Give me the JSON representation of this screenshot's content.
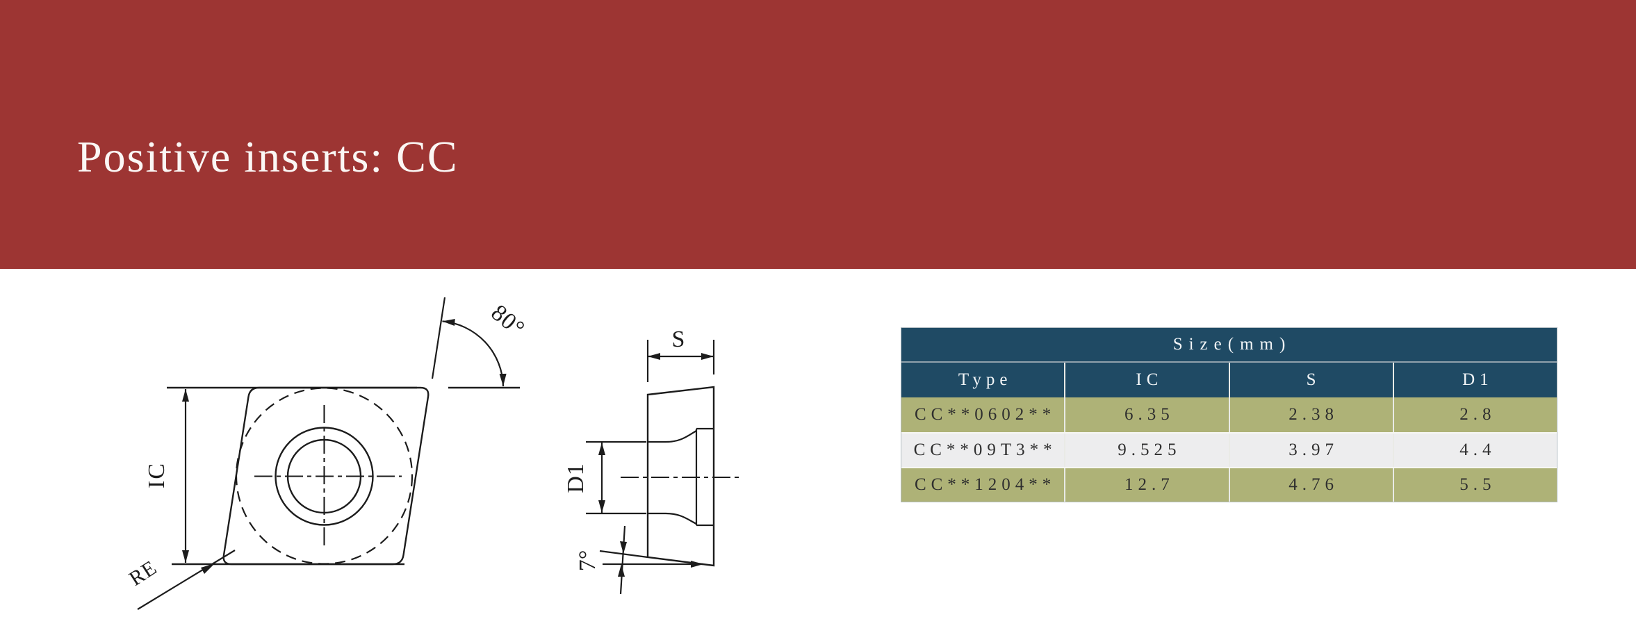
{
  "page": {
    "title": "Positive inserts: CC"
  },
  "colors": {
    "banner_bg": "#9d3533",
    "page_bg": "#ffffff",
    "table_header_bg": "#1f4a64",
    "table_header_text": "#f2f5f7",
    "row_olive_bg": "#aeb277",
    "row_light_bg": "#ededee",
    "row_text": "#2f2f2f",
    "drawing_line": "#1c1c1c"
  },
  "front_view": {
    "ic_label": "IC",
    "re_label": "RE",
    "corner_angle_label": "80°"
  },
  "side_view": {
    "s_label": "S",
    "d1_label": "D1",
    "clearance_angle_label": "7°"
  },
  "size_table": {
    "title": "Size(mm)",
    "columns": [
      "Type",
      "IC",
      "S",
      "D1"
    ],
    "rows": [
      {
        "type": "CC**0602**",
        "ic": "6.35",
        "s": "2.38",
        "d1": "2.8"
      },
      {
        "type": "CC**09T3**",
        "ic": "9.525",
        "s": "3.97",
        "d1": "4.4"
      },
      {
        "type": "CC**1204**",
        "ic": "12.7",
        "s": "4.76",
        "d1": "5.5"
      }
    ]
  }
}
